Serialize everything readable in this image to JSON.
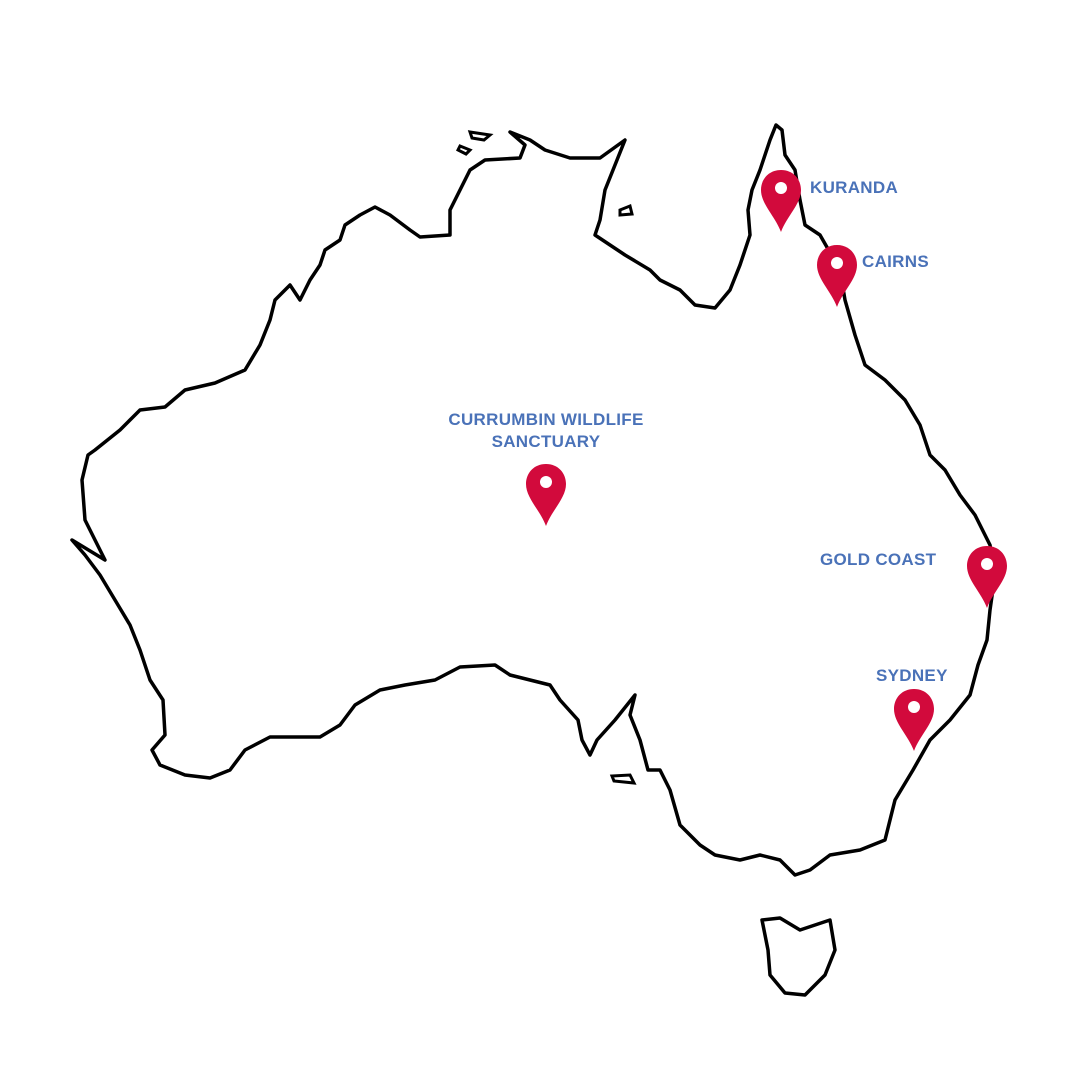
{
  "colors": {
    "outline": "#000000",
    "pin": "#d20a3c",
    "label": "#4a72b8"
  },
  "locations": [
    {
      "name": "KURANDA",
      "icon": "map-pin-icon"
    },
    {
      "name": "CAIRNS",
      "icon": "map-pin-icon"
    },
    {
      "name_line1": "CURRUMBIN WILDLIFE",
      "name_line2": "SANCTUARY",
      "icon": "map-pin-icon"
    },
    {
      "name": "GOLD COAST",
      "icon": "map-pin-icon"
    },
    {
      "name": "SYDNEY",
      "icon": "map-pin-icon"
    }
  ]
}
